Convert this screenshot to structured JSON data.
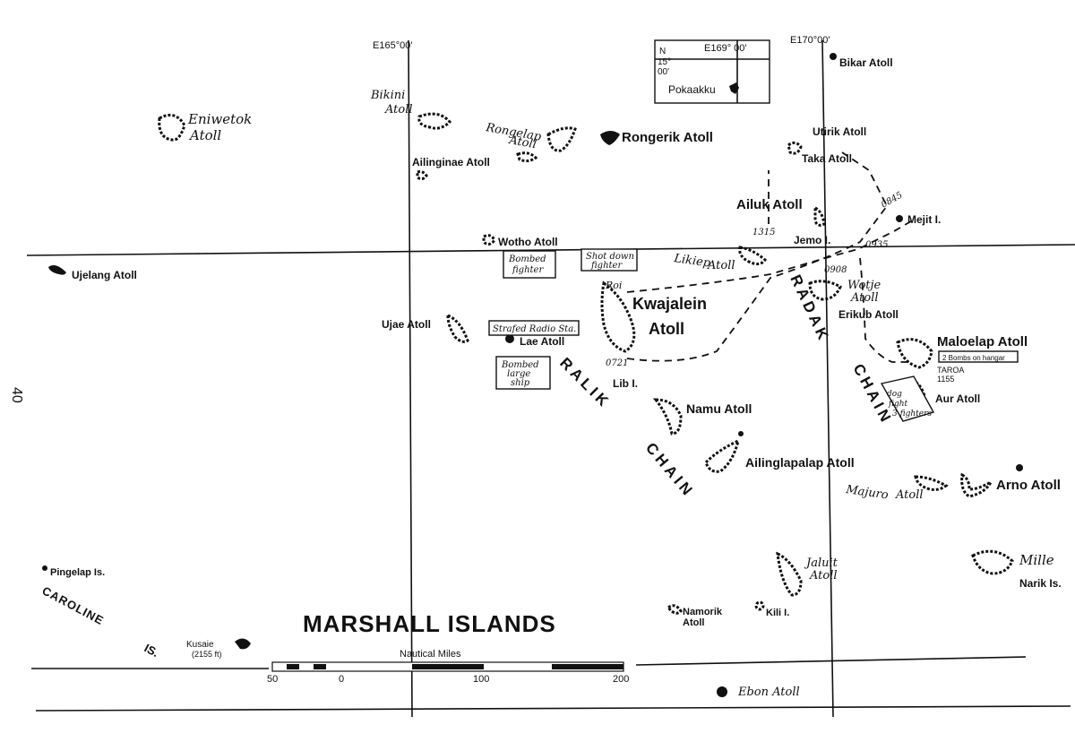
{
  "page_number": "40",
  "title": "MARSHALL ISLANDS",
  "grid_labels": {
    "lon_165": "E165°00'",
    "lon_170": "E170°00'"
  },
  "inset": {
    "lon": "E169° 00'",
    "lat_dir": "N",
    "lat_deg": "15°",
    "lat_min": "00'",
    "name": "Pokaakku"
  },
  "scale": {
    "title": "Nautical Miles",
    "ticks": [
      "50",
      "0",
      "100",
      "200"
    ]
  },
  "atolls": {
    "bikar": "Bikar Atoll",
    "bikini_1": "Bikini",
    "bikini_2": "Atoll",
    "eniwetok_1": "Eniwetok",
    "eniwetok_2": "Atoll",
    "rongelap_1": "Rongelap",
    "rongelap_2": "Atoll",
    "rongerik": "Rongerik Atoll",
    "utirik": "Utirik Atoll",
    "taka": "Taka Atoll",
    "ailinginae": "Ailinginae Atoll",
    "ailuk": "Ailuk Atoll",
    "mejit": "Mejit I.",
    "jemo": "Jemo I.",
    "wotho": "Wotho Atoll",
    "ujelang": "Ujelang Atoll",
    "likiep_1": "Likiep",
    "likiep_2": "Atoll",
    "kwajalein_1": "Kwajalein",
    "kwajalein_2": "Atoll",
    "roi": "Roi",
    "wotje_1": "Wotje",
    "wotje_2": "Atoll",
    "ujae": "Ujae Atoll",
    "lae": "Lae Atoll",
    "erikub": "Erikub Atoll",
    "maloelap": "Maloelap Atoll",
    "taroa_1": "TAROA",
    "taroa_2": "1155",
    "aur": "Aur Atoll",
    "lib": "Lib I.",
    "namu": "Namu Atoll",
    "ailinglapalap": "Ailinglapalap Atoll",
    "majuro_1": "Majuro",
    "majuro_2": "Atoll",
    "arno": "Arno Atoll",
    "mille": "Mille",
    "narik": "Narik Is.",
    "jaluit_1": "Jaluit",
    "jaluit_2": "Atoll",
    "namorik_1": "Namorik",
    "namorik_2": "Atoll",
    "kili": "Kili I.",
    "ebon": "Ebon Atoll",
    "pingelap": "Pingelap Is.",
    "kusaie_1": "Kusaie",
    "kusaie_2": "(2155 ft)",
    "caroline_1": "CAROLINE",
    "caroline_2": "IS."
  },
  "chains": {
    "ralik": "RALIK",
    "radak": "RADAK",
    "chain": "CHAIN"
  },
  "annotations": {
    "bombed_fighter_1": "Bombed",
    "bombed_fighter_2": "fighter",
    "shot_down_1": "Shot down",
    "shot_down_2": "fighter",
    "strafed": "Strafed Radio Sta.",
    "bombed_ship_1": "Bombed",
    "bombed_ship_2": "large",
    "bombed_ship_3": "ship",
    "bombs_hangar": "2 Bombs on hangar",
    "dogfight_1": "dog",
    "dogfight_2": "fight",
    "dogfight_3": "3 fighters",
    "time_1315": "1315",
    "time_0845": "0845",
    "time_0935": "0935",
    "time_0908": "0908",
    "time_0721": "0721"
  }
}
